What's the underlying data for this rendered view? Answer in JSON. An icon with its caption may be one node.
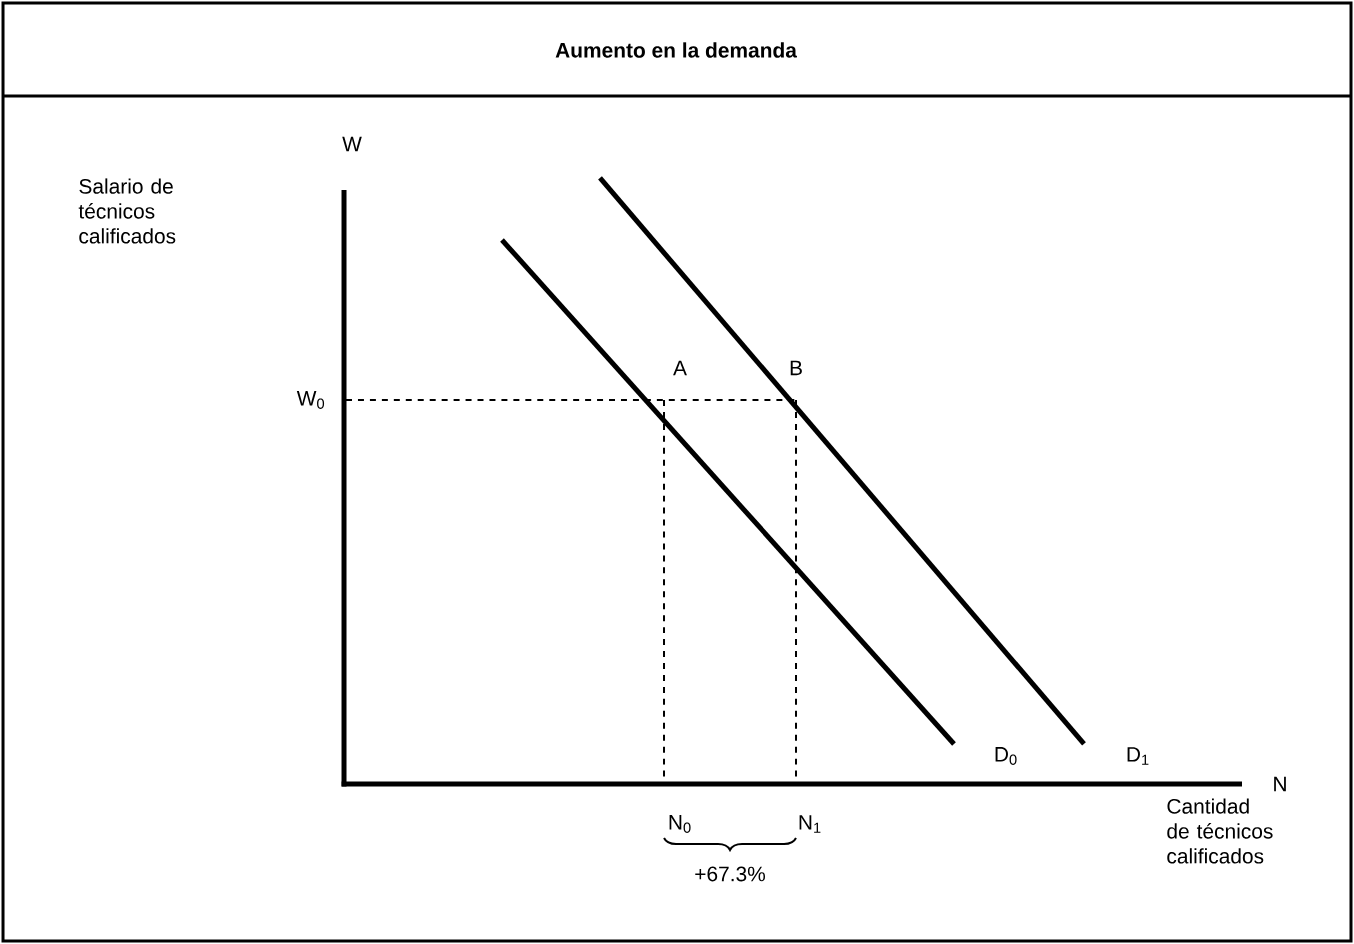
{
  "diagram": {
    "title": "Aumento en la demanda",
    "labels": [
      "W",
      "Salario de técnicos calificados",
      "W$_{0}$",
      "A",
      "B",
      "D$_{0}$",
      "D$_{1}$",
      "N",
      "N$_{0}$",
      "N$_{1}$",
      "Cantidad de técnicos calificados",
      "+67.3%"
    ]
  }
}
